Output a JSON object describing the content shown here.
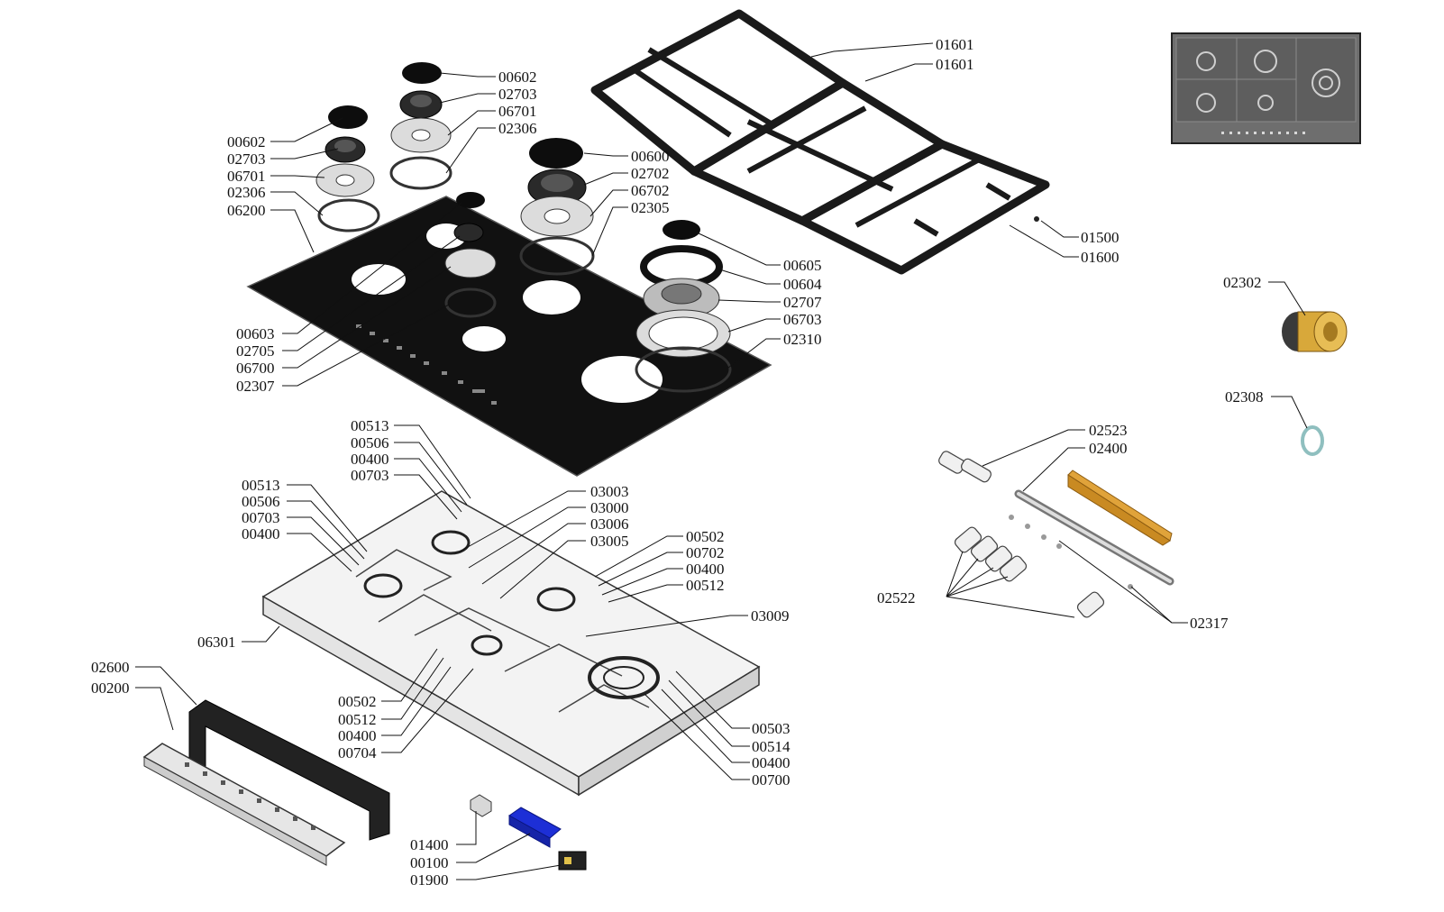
{
  "diagram": {
    "parts": [
      {
        "id": "glass-top",
        "name": "glass hob top"
      },
      {
        "id": "pan-supports",
        "name": "cast iron pan supports"
      },
      {
        "id": "hob-thumbnail",
        "name": "assembled hob preview"
      },
      {
        "id": "base-tray",
        "name": "hob base tray"
      },
      {
        "id": "gas-rail",
        "name": "gas rail with valves"
      },
      {
        "id": "control-pcb",
        "name": "control board"
      },
      {
        "id": "control-bracket",
        "name": "control board bracket"
      },
      {
        "id": "gas-connector",
        "name": "gas inlet connector"
      },
      {
        "id": "gas-seal",
        "name": "gas seal washer"
      }
    ],
    "labels": [
      {
        "id": "l01601a",
        "text": "01601"
      },
      {
        "id": "l01601b",
        "text": "01601"
      },
      {
        "id": "l01500",
        "text": "01500"
      },
      {
        "id": "l01600",
        "text": "01600"
      },
      {
        "id": "l00602a",
        "text": "00602"
      },
      {
        "id": "l02703a",
        "text": "02703"
      },
      {
        "id": "l06701a",
        "text": "06701"
      },
      {
        "id": "l02306a",
        "text": "02306"
      },
      {
        "id": "l00602b",
        "text": "00602"
      },
      {
        "id": "l02703b",
        "text": "02703"
      },
      {
        "id": "l06701b",
        "text": "06701"
      },
      {
        "id": "l02306b",
        "text": "02306"
      },
      {
        "id": "l06200",
        "text": "06200"
      },
      {
        "id": "l00600",
        "text": "00600"
      },
      {
        "id": "l02702",
        "text": "02702"
      },
      {
        "id": "l06702",
        "text": "06702"
      },
      {
        "id": "l02305",
        "text": "02305"
      },
      {
        "id": "l00605",
        "text": "00605"
      },
      {
        "id": "l00604",
        "text": "00604"
      },
      {
        "id": "l02707",
        "text": "02707"
      },
      {
        "id": "l06703",
        "text": "06703"
      },
      {
        "id": "l02310",
        "text": "02310"
      },
      {
        "id": "l00603",
        "text": "00603"
      },
      {
        "id": "l02705",
        "text": "02705"
      },
      {
        "id": "l06700",
        "text": "06700"
      },
      {
        "id": "l02307",
        "text": "02307"
      },
      {
        "id": "l00513a",
        "text": "00513"
      },
      {
        "id": "l00506a",
        "text": "00506"
      },
      {
        "id": "l00400a",
        "text": "00400"
      },
      {
        "id": "l00703a",
        "text": "00703"
      },
      {
        "id": "l00513b",
        "text": "00513"
      },
      {
        "id": "l00506b",
        "text": "00506"
      },
      {
        "id": "l00703b",
        "text": "00703"
      },
      {
        "id": "l00400b",
        "text": "00400"
      },
      {
        "id": "l03003",
        "text": "03003"
      },
      {
        "id": "l03000",
        "text": "03000"
      },
      {
        "id": "l03006",
        "text": "03006"
      },
      {
        "id": "l03005",
        "text": "03005"
      },
      {
        "id": "l00502a",
        "text": "00502"
      },
      {
        "id": "l00702",
        "text": "00702"
      },
      {
        "id": "l00400c",
        "text": "00400"
      },
      {
        "id": "l00512a",
        "text": "00512"
      },
      {
        "id": "l03009",
        "text": "03009"
      },
      {
        "id": "l06301",
        "text": "06301"
      },
      {
        "id": "l02600",
        "text": "02600"
      },
      {
        "id": "l00200",
        "text": "00200"
      },
      {
        "id": "l00502b",
        "text": "00502"
      },
      {
        "id": "l00512b",
        "text": "00512"
      },
      {
        "id": "l00400d",
        "text": "00400"
      },
      {
        "id": "l00704",
        "text": "00704"
      },
      {
        "id": "l00503",
        "text": "00503"
      },
      {
        "id": "l00514",
        "text": "00514"
      },
      {
        "id": "l00400e",
        "text": "00400"
      },
      {
        "id": "l00700",
        "text": "00700"
      },
      {
        "id": "l01400",
        "text": "01400"
      },
      {
        "id": "l00100",
        "text": "00100"
      },
      {
        "id": "l01900",
        "text": "01900"
      },
      {
        "id": "l02302",
        "text": "02302"
      },
      {
        "id": "l02308",
        "text": "02308"
      },
      {
        "id": "l02523",
        "text": "02523"
      },
      {
        "id": "l02400",
        "text": "02400"
      },
      {
        "id": "l02522",
        "text": "02522"
      },
      {
        "id": "l02317",
        "text": "02317"
      }
    ]
  },
  "colors": {
    "glass": "#111111",
    "metal": "#d9d9d9",
    "brass": "#d8a83a",
    "bracket": "#e0a33a",
    "blue_part": "#1d2fd6",
    "thumbnail": "#6e6e6e"
  }
}
